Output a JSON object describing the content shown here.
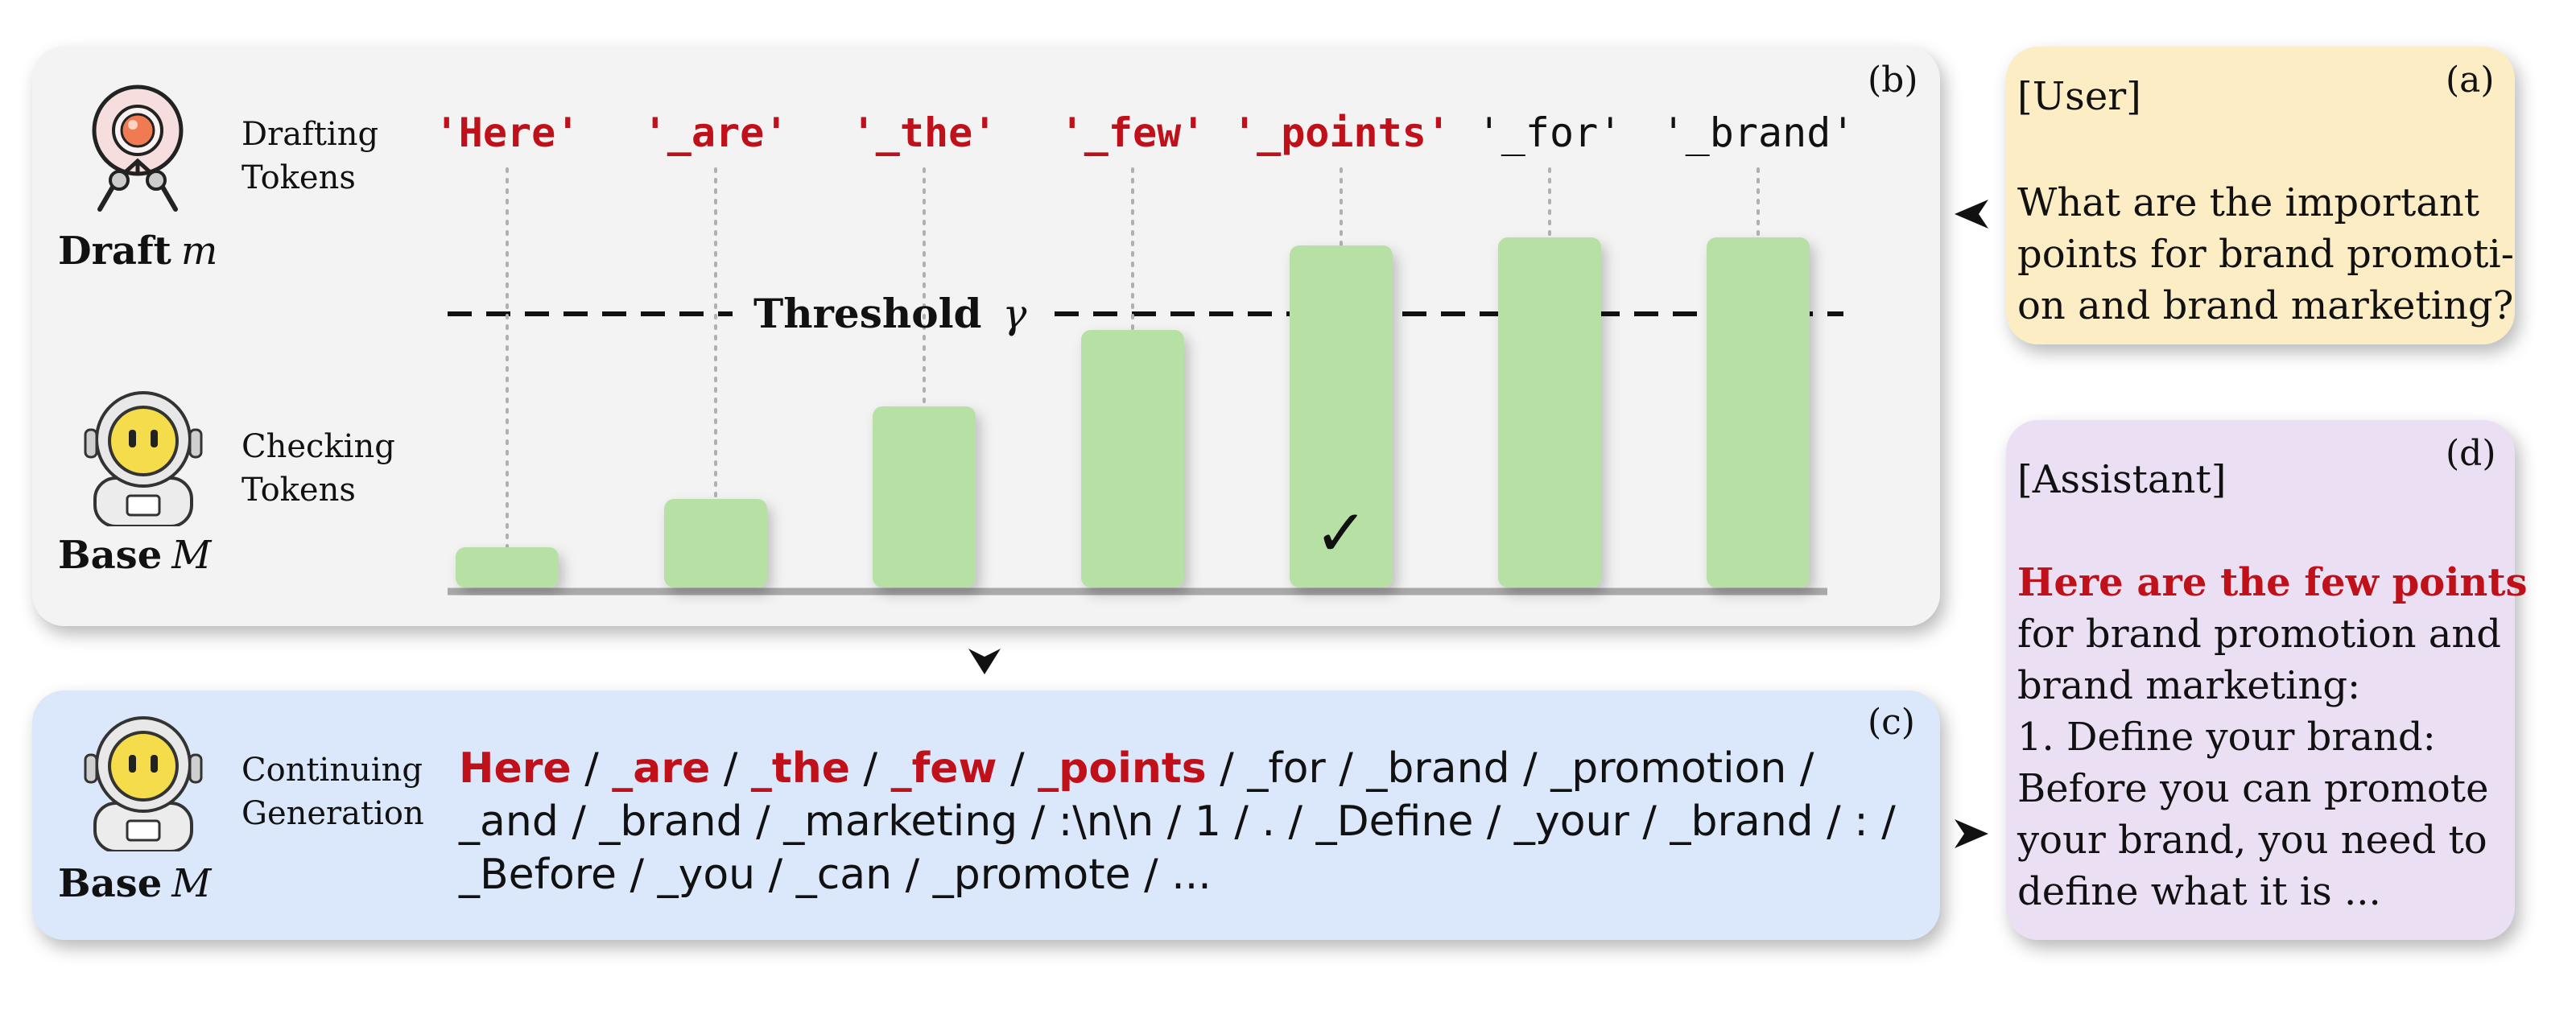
{
  "panel_b": {
    "tag": "(b)",
    "draft_label": "Drafting Tokens",
    "check_label": "Checking Tokens",
    "draft_model": {
      "name": "Draft",
      "symbol": "m"
    },
    "base_model": {
      "name": "Base",
      "symbol": "M"
    },
    "threshold": {
      "label": "Threshold",
      "symbol": "γ",
      "value": 0.68
    },
    "tokens": [
      {
        "text": "'Here'",
        "accepted": true,
        "score": 0.1
      },
      {
        "text": "'_are'",
        "accepted": true,
        "score": 0.22
      },
      {
        "text": "'_the'",
        "accepted": true,
        "score": 0.45
      },
      {
        "text": "'_few'",
        "accepted": true,
        "score": 0.64
      },
      {
        "text": "'_points'",
        "accepted": true,
        "score": 0.85,
        "check": "✓"
      },
      {
        "text": "'_for'",
        "accepted": false,
        "score": 0.87
      },
      {
        "text": "'_brand'",
        "accepted": false,
        "score": 0.87
      }
    ]
  },
  "panel_c": {
    "tag": "(c)",
    "label": "Continuing Generation",
    "model": {
      "name": "Base",
      "symbol": "M"
    },
    "accepted": [
      "Here",
      "_are",
      "_the",
      "_few",
      "_points"
    ],
    "rest": [
      "_for",
      "_brand",
      "_promotion",
      "_and",
      "_brand",
      "_marketing",
      ":\\n\\n",
      "1",
      ".",
      "_Define",
      "_your",
      "_brand",
      ":",
      "_Before",
      "_you",
      "_can",
      "_promote",
      "..."
    ]
  },
  "panel_a": {
    "tag": "(a)",
    "role": "[User]",
    "lines": [
      "What are the important",
      "points for brand promoti-",
      "on and brand marketing?"
    ]
  },
  "panel_d": {
    "tag": "(d)",
    "role": "[Assistant]",
    "highlight": "Here are the few points",
    "lines": [
      "for brand promotion and",
      "brand marketing:",
      "1. Define your brand:",
      "Before you can promote",
      "your brand, you need to",
      "define what it is ..."
    ]
  },
  "colors": {
    "accept": "#c0101a",
    "bar": "#b7e0a5",
    "panel_b": "#f3f3f3",
    "panel_c": "#dbe7fa",
    "panel_a": "#fcedc5",
    "panel_d": "#eadff3"
  }
}
